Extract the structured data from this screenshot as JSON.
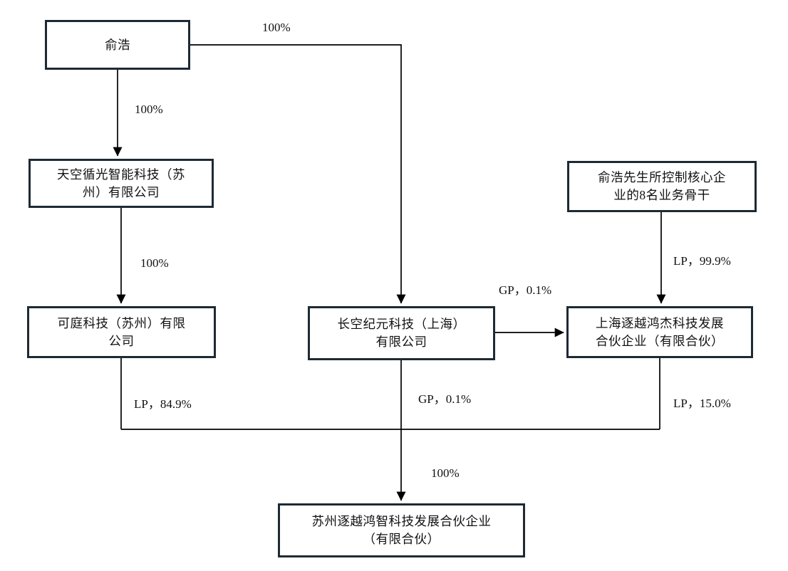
{
  "diagram": {
    "type": "equity-ownership-structure",
    "colors": {
      "background": "#ffffff",
      "box_border": "#1e2a33",
      "connector_line": "#000000",
      "text": "#111111"
    },
    "nodes": [
      {
        "id": "yu-hao",
        "lines": [
          "俞浩",
          ""
        ]
      },
      {
        "id": "tiankong",
        "lines": [
          "天空循光智能科技（苏",
          "州）有限公司"
        ]
      },
      {
        "id": "keting",
        "lines": [
          "可庭科技（苏州）有限",
          "公司"
        ]
      },
      {
        "id": "changkong",
        "lines": [
          "长空纪元科技（上海）",
          "有限公司"
        ]
      },
      {
        "id": "backbone",
        "lines": [
          "俞浩先生所控制核心企",
          "业的8名业务骨干"
        ]
      },
      {
        "id": "shanghai-zhuyue",
        "lines": [
          "上海逐越鸿杰科技发展",
          "合伙企业（有限合伙）"
        ]
      },
      {
        "id": "suzhou-zhuyue",
        "lines": [
          "苏州逐越鸿智科技发展合伙企业",
          "（有限合伙）"
        ]
      }
    ],
    "edges": [
      {
        "id": "yuhao-changkong",
        "from": "yu-hao",
        "to": "changkong",
        "label": "100%"
      },
      {
        "id": "yuhao-tiankong",
        "from": "yu-hao",
        "to": "tiankong",
        "label": "100%"
      },
      {
        "id": "tiankong-keting",
        "from": "tiankong",
        "to": "keting",
        "label": "100%"
      },
      {
        "id": "backbone-shanghai",
        "from": "backbone",
        "to": "shanghai-zhuyue",
        "label": "LP，99.9%"
      },
      {
        "id": "changkong-shanghai",
        "from": "changkong",
        "to": "shanghai-zhuyue",
        "label": "GP，0.1%"
      },
      {
        "id": "keting-suzhou",
        "from": "keting",
        "to": "suzhou-zhuyue",
        "label": "LP，84.9%"
      },
      {
        "id": "changkong-suzhou",
        "from": "changkong",
        "to": "suzhou-zhuyue",
        "label": "GP，0.1%"
      },
      {
        "id": "shanghai-suzhou",
        "from": "shanghai-zhuyue",
        "to": "suzhou-zhuyue",
        "label": "LP，15.0%"
      },
      {
        "id": "junction-suzhou",
        "from": "junction",
        "to": "suzhou-zhuyue",
        "label": "100%"
      }
    ]
  }
}
